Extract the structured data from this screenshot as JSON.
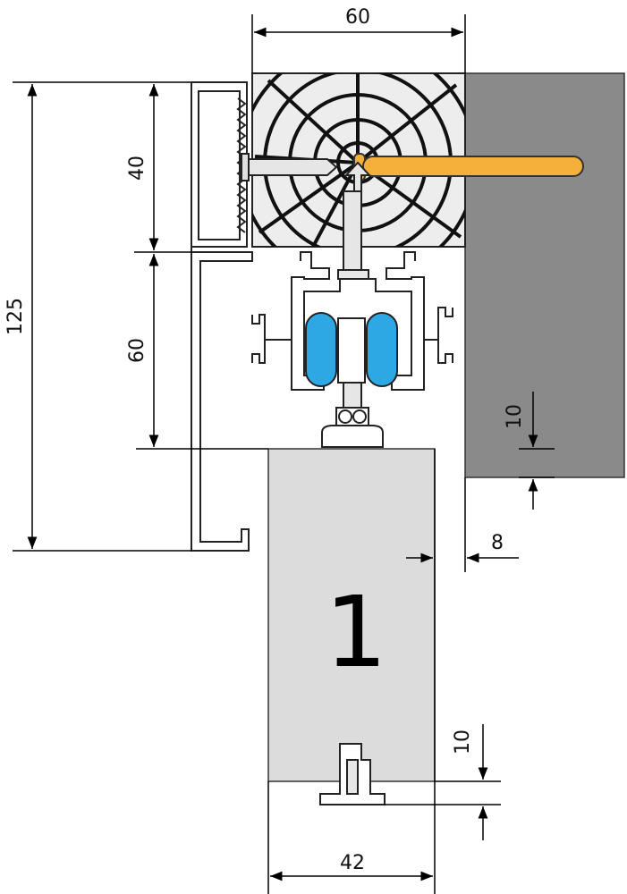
{
  "dimensions": {
    "top_width": "60",
    "total_height": "125",
    "upper_height": "40",
    "lower_height": "60",
    "right_gap": "10",
    "door_offset": "8",
    "bottom_gap": "10",
    "door_width": "42"
  },
  "door_label": "1",
  "colors": {
    "wall": "#8a8a8a",
    "door": "#dcdcdc",
    "screw": "#f4b03a",
    "roller": "#2ea8e4",
    "line": "#000000",
    "wood_bg": "#ededed"
  }
}
